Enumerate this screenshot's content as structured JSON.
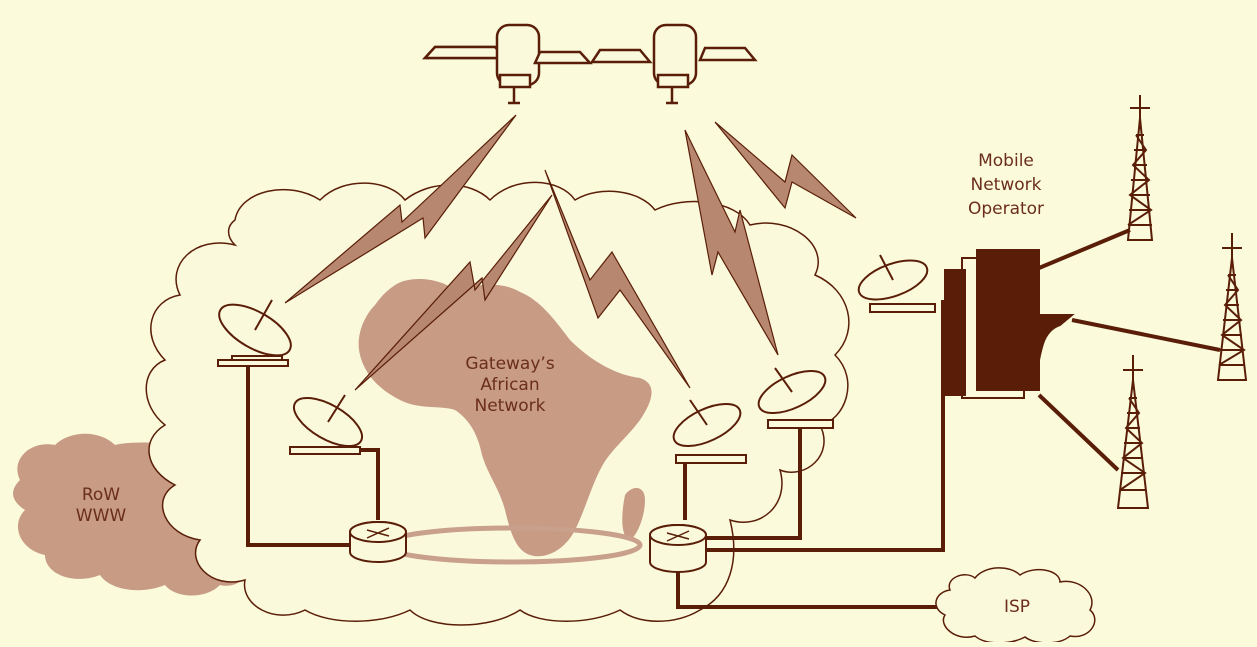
{
  "labels": {
    "mobile_operator": [
      "Mobile",
      "Network",
      "Operator"
    ],
    "gateway_network": [
      "Gateway’s",
      "African",
      "Network"
    ],
    "row": [
      "RoW",
      "WWW"
    ],
    "isp": "ISP"
  },
  "colors": {
    "background": "#fbfadb",
    "line": "#5a1e08",
    "fill_light": "#c79b84",
    "ring": "#c9a08c",
    "cloud_fill": "#fbf9dc"
  },
  "icons": [
    "satellite-icon",
    "satellite-dish-icon",
    "router-icon",
    "cell-tower-icon",
    "switch-rack-icon",
    "lightning-link-icon",
    "africa-map-icon",
    "cloud-icon"
  ]
}
